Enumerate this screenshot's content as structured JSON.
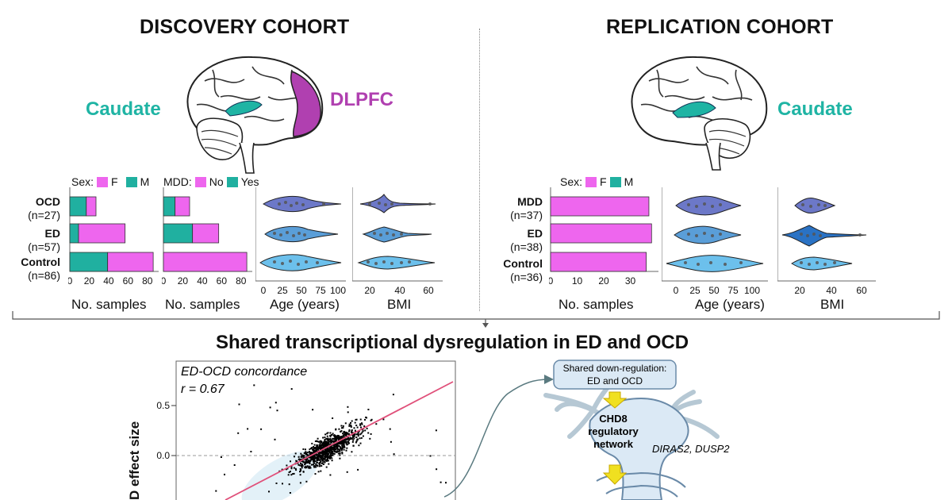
{
  "colors": {
    "female": "#ee66ee",
    "male": "#20b0a0",
    "caudate": "#1fb4a4",
    "dlpfc": "#b040b0",
    "violin_a": "#6c78c8",
    "violin_b": "#5a9ed8",
    "violin_c": "#6cc0ec",
    "fit_line": "#e0507a"
  },
  "discovery": {
    "title": "DISCOVERY COHORT",
    "region_caudate": "Caudate",
    "region_dlpfc": "DLPFC",
    "sex_legend": {
      "label": "Sex:",
      "f": "F",
      "m": "M"
    },
    "mdd_legend": {
      "label": "MDD:",
      "no": "No",
      "yes": "Yes"
    },
    "groups": [
      {
        "name": "OCD",
        "n": "(n=27)"
      },
      {
        "name": "ED",
        "n": "(n=57)"
      },
      {
        "name": "Control",
        "n": "(n=86)"
      }
    ],
    "xlabels": {
      "samples1": "No. samples",
      "samples2": "No. samples",
      "age": "Age (years)",
      "bmi": "BMI"
    },
    "ticks_sex": [
      "0",
      "20",
      "40",
      "60",
      "80"
    ],
    "ticks_mdd": [
      "0",
      "20",
      "40",
      "60",
      "80"
    ],
    "ticks_age": [
      "0",
      "25",
      "50",
      "75",
      "100"
    ],
    "ticks_bmi": [
      "20",
      "40",
      "60"
    ]
  },
  "replication": {
    "title": "REPLICATION COHORT",
    "region_caudate": "Caudate",
    "sex_legend": {
      "label": "Sex:",
      "f": "F",
      "m": "M"
    },
    "groups": [
      {
        "name": "MDD",
        "n": "(n=37)"
      },
      {
        "name": "ED",
        "n": "(n=38)"
      },
      {
        "name": "Control",
        "n": "(n=36)"
      }
    ],
    "xlabels": {
      "samples": "No. samples",
      "age": "Age (years)",
      "bmi": "BMI"
    },
    "ticks_sex": [
      "0",
      "10",
      "20",
      "30"
    ],
    "ticks_age": [
      "0",
      "25",
      "50",
      "75",
      "100"
    ],
    "ticks_bmi": [
      "20",
      "40",
      "60"
    ]
  },
  "shared": {
    "title": "Shared transcriptional dysregulation in ED and OCD",
    "scatter_title": "ED-OCD concordance",
    "scatter_r": "r = 0.67",
    "ylabel": "D effect size",
    "yticks": [
      "0.5",
      "0.0"
    ],
    "box_text_1": "Shared down-regulation:",
    "box_text_2": "ED and OCD",
    "network_1": "CHD8",
    "network_2": "regulatory",
    "network_3": "network",
    "genes": "DIRAS2, DUSP2"
  },
  "chart_data": [
    {
      "type": "bar",
      "title": "",
      "xlabel": "No. samples",
      "categories": [
        "OCD",
        "ED",
        "Control"
      ],
      "series": [
        {
          "name": "M",
          "values": [
            17,
            9,
            39
          ]
        },
        {
          "name": "F",
          "values": [
            10,
            48,
            47
          ]
        }
      ],
      "xlim": [
        0,
        90
      ]
    },
    {
      "type": "bar",
      "title": "",
      "xlabel": "No. samples",
      "categories": [
        "OCD",
        "ED",
        "Control"
      ],
      "series": [
        {
          "name": "Yes",
          "values": [
            12,
            30,
            0
          ]
        },
        {
          "name": "No",
          "values": [
            15,
            27,
            86
          ]
        }
      ],
      "xlim": [
        0,
        90
      ]
    },
    {
      "type": "bar",
      "title": "",
      "xlabel": "No. samples",
      "categories": [
        "MDD",
        "ED",
        "Control"
      ],
      "series": [
        {
          "name": "F",
          "values": [
            37,
            38,
            36
          ]
        }
      ],
      "xlim": [
        0,
        40
      ]
    }
  ]
}
